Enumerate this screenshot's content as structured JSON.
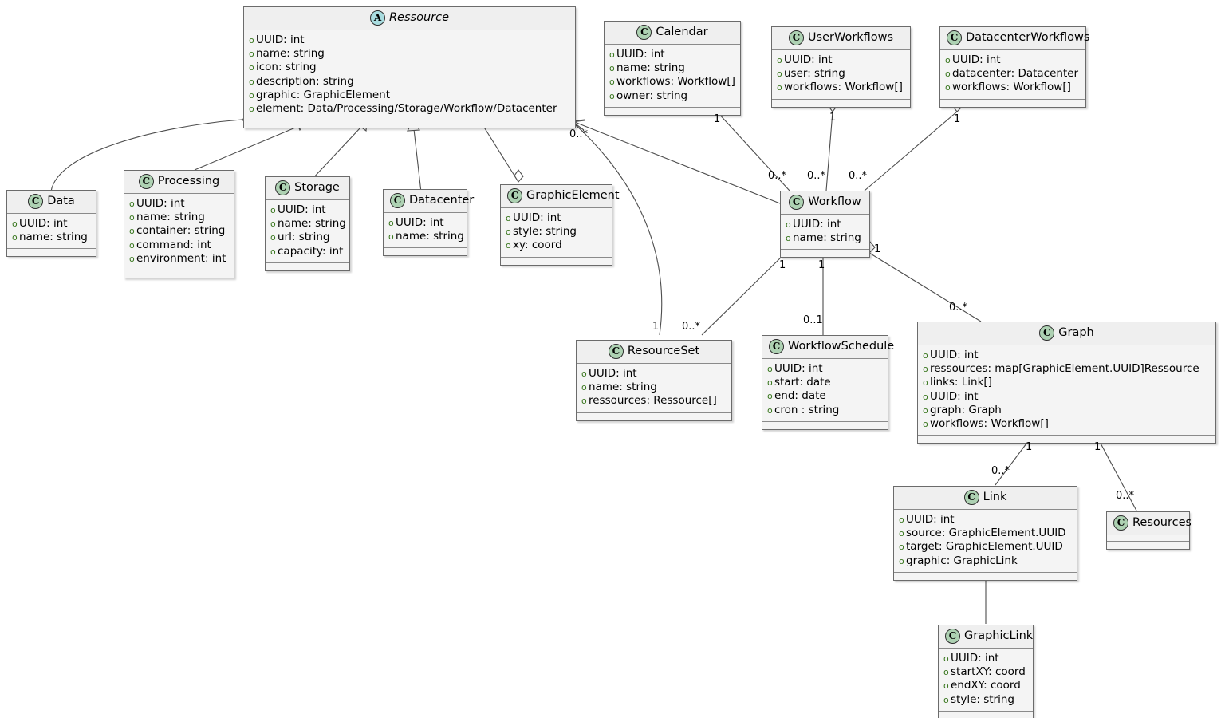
{
  "diagram": {
    "title": "UML Class Diagram",
    "type": "uml-class-diagram",
    "visibility_marker": "o",
    "class_badge_letter": "C",
    "abstract_badge_letter": "A",
    "colors": {
      "class_fill": "#f4f4f4",
      "header_fill": "#efefef",
      "border": "#6b6b6b",
      "badge_class": "#add1b2",
      "badge_abstract": "#a9dcdf",
      "visibility": "#38761d",
      "line": "#4d4d4d"
    }
  },
  "classes": {
    "ressource": {
      "name": "Ressource",
      "stereotype": "A",
      "abstract": true,
      "attributes": [
        "UUID: int",
        "name: string",
        "icon: string",
        "description: string",
        "graphic: GraphicElement",
        "element: Data/Processing/Storage/Workflow/Datacenter"
      ]
    },
    "calendar": {
      "name": "Calendar",
      "stereotype": "C",
      "abstract": false,
      "attributes": [
        "UUID: int",
        "name: string",
        "workflows: Workflow[]",
        "owner: string"
      ]
    },
    "userworkflows": {
      "name": "UserWorkflows",
      "stereotype": "C",
      "abstract": false,
      "attributes": [
        "UUID: int",
        "user: string",
        "workflows: Workflow[]"
      ]
    },
    "datacenterworkflows": {
      "name": "DatacenterWorkflows",
      "stereotype": "C",
      "abstract": false,
      "attributes": [
        "UUID: int",
        "datacenter: Datacenter",
        "workflows: Workflow[]"
      ]
    },
    "data": {
      "name": "Data",
      "stereotype": "C",
      "abstract": false,
      "attributes": [
        "UUID: int",
        "name: string"
      ]
    },
    "processing": {
      "name": "Processing",
      "stereotype": "C",
      "abstract": false,
      "attributes": [
        "UUID: int",
        "name: string",
        "container: string",
        "command: int",
        "environment: int"
      ]
    },
    "storage": {
      "name": "Storage",
      "stereotype": "C",
      "abstract": false,
      "attributes": [
        "UUID: int",
        "name: string",
        "url: string",
        "capacity: int"
      ]
    },
    "datacenter": {
      "name": "Datacenter",
      "stereotype": "C",
      "abstract": false,
      "attributes": [
        "UUID: int",
        "name: string"
      ]
    },
    "graphicelement": {
      "name": "GraphicElement",
      "stereotype": "C",
      "abstract": false,
      "attributes": [
        "UUID: int",
        "style: string",
        "xy: coord"
      ]
    },
    "workflow": {
      "name": "Workflow",
      "stereotype": "C",
      "abstract": false,
      "attributes": [
        "UUID: int",
        "name: string"
      ]
    },
    "resourceset": {
      "name": "ResourceSet",
      "stereotype": "C",
      "abstract": false,
      "attributes": [
        "UUID: int",
        "name: string",
        "ressources: Ressource[]"
      ]
    },
    "workflowschedule": {
      "name": "WorkflowSchedule",
      "stereotype": "C",
      "abstract": false,
      "attributes": [
        "UUID: int",
        "start: date",
        "end: date",
        "cron : string"
      ]
    },
    "graph": {
      "name": "Graph",
      "stereotype": "C",
      "abstract": false,
      "attributes": [
        "UUID: int",
        "ressources: map[GraphicElement.UUID]Ressource",
        "links: Link[]",
        "UUID: int",
        "graph: Graph",
        "workflows: Workflow[]"
      ]
    },
    "link": {
      "name": "Link",
      "stereotype": "C",
      "abstract": false,
      "attributes": [
        "UUID: int",
        "source: GraphicElement.UUID",
        "target: GraphicElement.UUID",
        "graphic: GraphicLink"
      ]
    },
    "resources": {
      "name": "Resources",
      "stereotype": "C",
      "abstract": false,
      "attributes": []
    },
    "graphiclink": {
      "name": "GraphicLink",
      "stereotype": "C",
      "abstract": false,
      "attributes": [
        "UUID: int",
        "startXY: coord",
        "endXY: coord",
        "style: string"
      ]
    }
  },
  "multiplicities": {
    "calendar_end": "1",
    "calendar_workflow": "0..*",
    "userworkflows_end": "1",
    "userworkflows_workflow": "0..*",
    "datacenterworkflows_end": "1",
    "datacenterworkflows_workflow": "0..*",
    "ressource_resourceset": "0..*",
    "resourceset_end": "1",
    "workflow_resourceset_many": "0..*",
    "workflow_resourceset_one": "1",
    "workflow_schedule_one": "1",
    "workflow_schedule_many": "0..1",
    "workflow_graph_one": "1",
    "workflow_graph_many": "0..*",
    "graph_link_one": "1",
    "graph_link_many": "0..*",
    "graph_resources_one": "1",
    "graph_resources_many": "0..*"
  }
}
